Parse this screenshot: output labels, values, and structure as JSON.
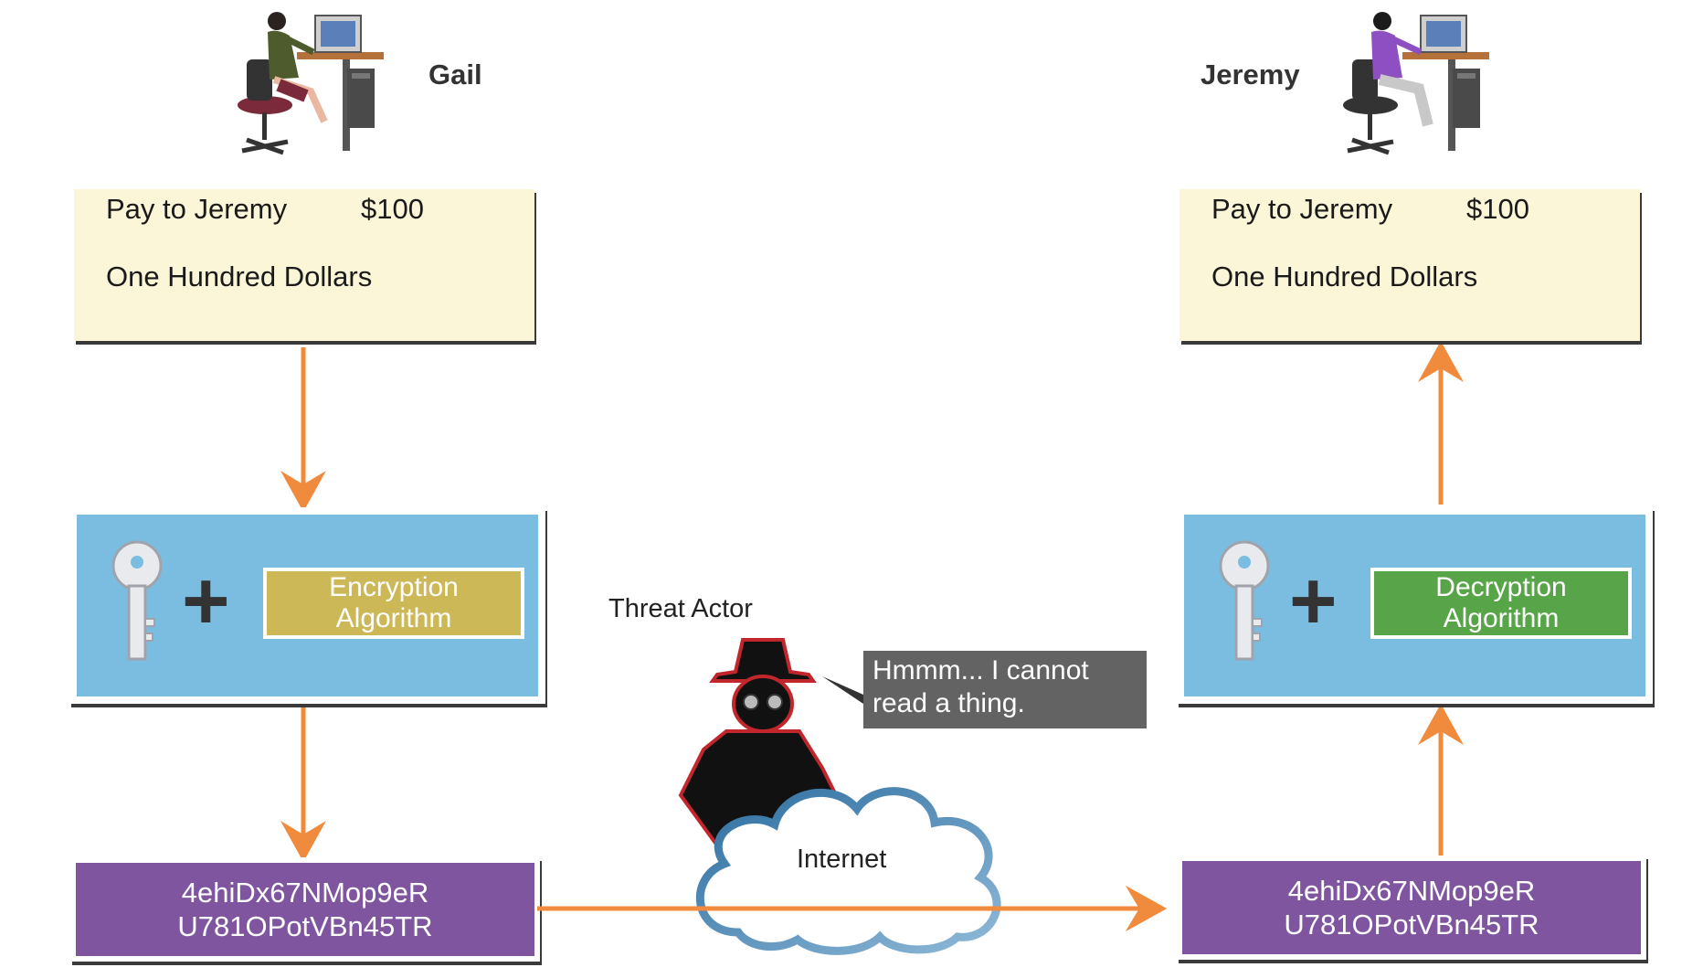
{
  "people": {
    "sender": {
      "name": "Gail",
      "icon": "woman-at-computer-icon"
    },
    "receiver": {
      "name": "Jeremy",
      "icon": "man-at-computer-icon"
    }
  },
  "plaintext": {
    "pay_line": "Pay to Jeremy",
    "amount": "$100",
    "amount_words": "One Hundred Dollars"
  },
  "encryption": {
    "key_icon": "key-icon",
    "plus": "+",
    "label_line1": "Encryption",
    "label_line2": "Algorithm",
    "color": "#cdb857"
  },
  "decryption": {
    "key_icon": "key-icon",
    "plus": "+",
    "label_line1": "Decryption",
    "label_line2": "Algorithm",
    "color": "#57a548"
  },
  "ciphertext": {
    "line1": "4ehiDx67NMop9eR",
    "line2": "U781OPotVBn45TR"
  },
  "threat_actor": {
    "label": "Threat Actor",
    "speech_line1": "Hmmm... I cannot",
    "speech_line2": "read a thing."
  },
  "network": {
    "label": "Internet"
  },
  "colors": {
    "arrow": "#f08a3c",
    "check_bg": "#fbf6d8",
    "algo_box_bg": "#7bbde0",
    "cipher_bg": "#7f55a0",
    "bubble_bg": "#636363"
  }
}
